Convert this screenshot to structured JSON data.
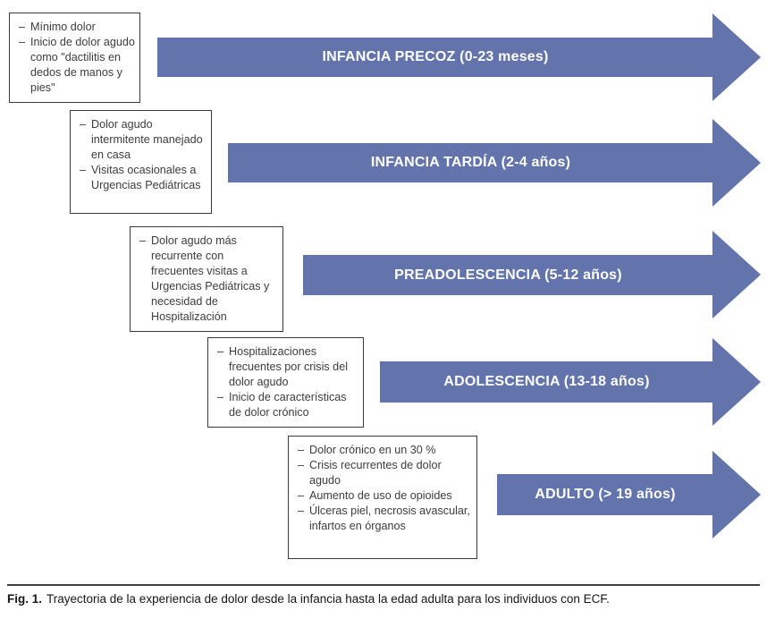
{
  "figure": {
    "bullet_dash": "–",
    "stages": [
      {
        "arrow_label": "INFANCIA PRECOZ (0-23 meses)",
        "bullets": [
          "Mínimo dolor",
          "Inicio de dolor agudo como \"dactilitis en dedos de manos y pies\""
        ]
      },
      {
        "arrow_label": "INFANCIA TARDÍA (2-4 años)",
        "bullets": [
          "Dolor agudo intermitente manejado en casa",
          "Visitas ocasionales a Urgencias Pediátricas"
        ]
      },
      {
        "arrow_label": "PREADOLESCENCIA (5-12 años)",
        "bullets": [
          "Dolor agudo más recurrente con frecuentes visitas a Urgencias Pediátricas y necesidad de Hospitalización"
        ]
      },
      {
        "arrow_label": "ADOLESCENCIA (13-18 años)",
        "bullets": [
          "Hospitalizaciones frecuentes por crisis del dolor agudo",
          "Inicio de características de dolor crónico"
        ]
      },
      {
        "arrow_label": "ADULTO (> 19 años)",
        "bullets": [
          "Dolor crónico en un 30 %",
          "Crisis recurrentes de dolor agudo",
          "Aumento de uso de opioides",
          "Úlceras piel, necrosis avascular, infartos en órganos"
        ]
      }
    ],
    "caption": {
      "label": "Fig. 1.",
      "text": "Trayectoria de la experiencia de dolor desde la infancia hasta la edad adulta para los individuos con ECF."
    }
  },
  "colors": {
    "arrow-fill": "#6274ab",
    "arrow-text": "#ffffff",
    "box-border": "#3a3a3a",
    "box-text": "#3d3d3d",
    "caption-text": "#161616",
    "rule": "#3f3f3f"
  }
}
